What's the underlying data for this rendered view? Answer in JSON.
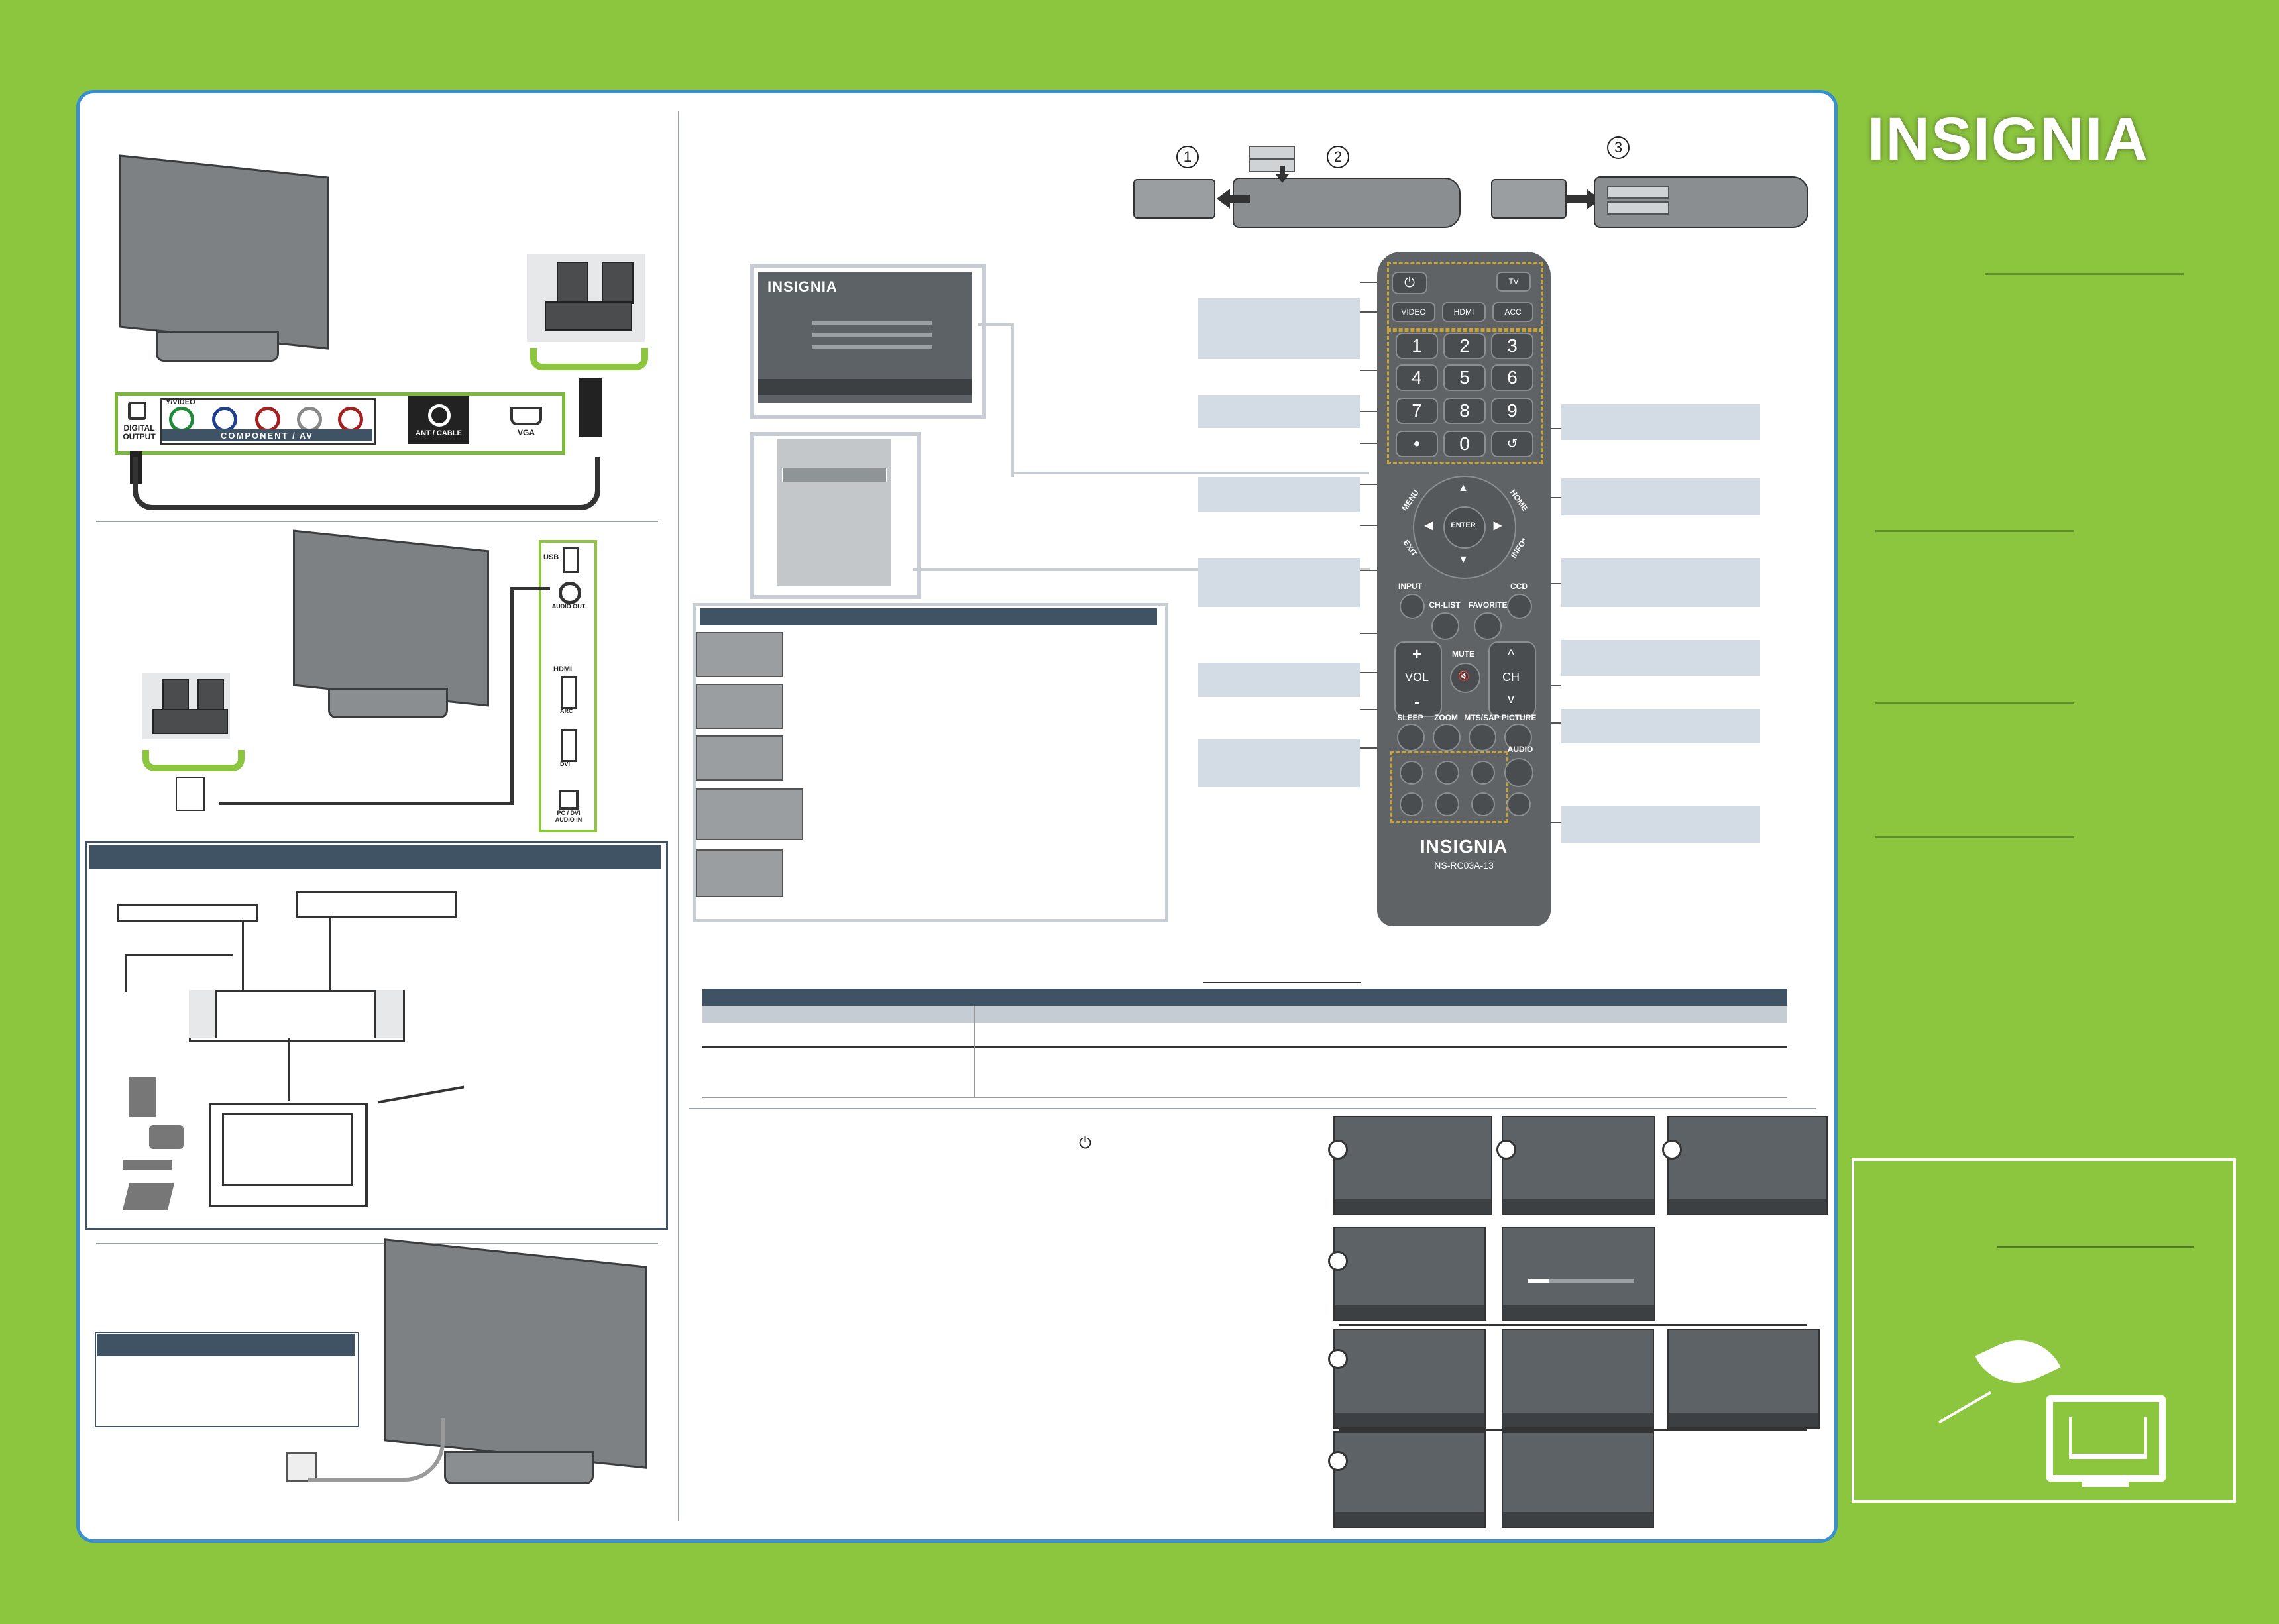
{
  "brand": {
    "logo_text": "INSIGNIA"
  },
  "ports": {
    "digital_output": "DIGITAL OUTPUT",
    "y_video": "Y/VIDEO",
    "component_av": "COMPONENT / AV",
    "ant_cable": "ANT / CABLE",
    "vga": "VGA",
    "usb": "USB",
    "audio_out": "AUDIO OUT",
    "hdmi": "HDMI",
    "arc": "ARC",
    "dvi": "DVI",
    "pc_dvi_audio_in": "PC / DVI AUDIO IN"
  },
  "battery_steps": [
    "1",
    "2",
    "3"
  ],
  "remote": {
    "buttons": {
      "tv": "TV",
      "video": "VIDEO",
      "hdmi": "HDMI",
      "acc": "ACC",
      "n1": "1",
      "n2": "2",
      "n3": "3",
      "n4": "4",
      "n5": "5",
      "n6": "6",
      "n7": "7",
      "n8": "8",
      "n9": "9",
      "dot": "•",
      "n0": "0",
      "enter": "ENTER",
      "menu": "MENU",
      "home": "HOME",
      "exit": "EXIT",
      "info": "INFO*",
      "input": "INPUT",
      "ccd": "CCD",
      "ch_list": "CH-LIST",
      "favorite": "FAVORITE",
      "mute": "MUTE",
      "vol": "VOL",
      "ch": "CH",
      "plus": "+",
      "minus": "-",
      "up": "^",
      "down": "v",
      "sleep": "SLEEP",
      "zoom": "ZOOM",
      "mts_sap": "MTS/SAP",
      "picture": "PICTURE",
      "audio": "AUDIO"
    },
    "brand": "INSIGNIA",
    "model": "NS-RC03A-13"
  },
  "menu_preview": {
    "logo_text": "INSIGNIA"
  },
  "icons": {
    "power": "power-icon",
    "leaf": "leaf-icon",
    "book_monitor": "online-manual-icon"
  },
  "colors": {
    "background_green": "#8cc63f",
    "panel_border_blue": "#3a8fd0",
    "table_header": "#3f5364",
    "callout_fill": "#d3dbe4"
  }
}
